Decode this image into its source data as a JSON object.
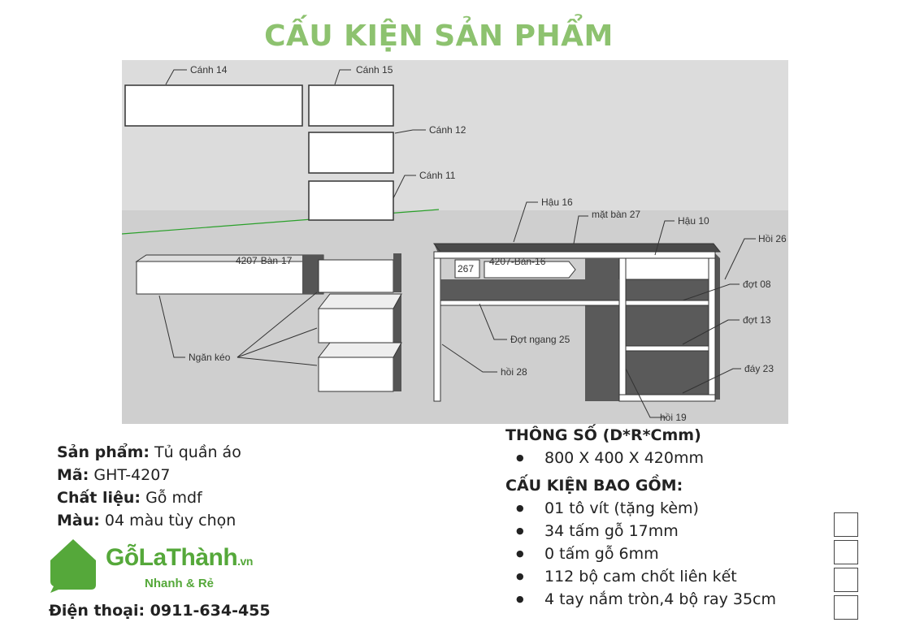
{
  "title": "CẤU KIỆN SẢN PHẨM",
  "drawing": {
    "labels": {
      "canh14": "Cánh 14",
      "canh15": "Cánh 15",
      "canh12": "Cánh 12",
      "canh11": "Cánh 11",
      "hau16": "Hậu 16",
      "matban27": "mặt bàn 27",
      "hau10": "Hậu 10",
      "hoi26": "Hồi 26",
      "dot08": "đợt 08",
      "dot13": "đợt 13",
      "day23": "đáy 23",
      "hoi19": "hồi 19",
      "dotngang25": "Đợt ngang 25",
      "hoi28": "hồi 28",
      "nganKeo": "Ngăn kéo",
      "tag267": "267",
      "tagBan16": "4207-Bàn-16",
      "tagBan17": "4207-Bàn-17"
    }
  },
  "product": {
    "name_label": "Sản phẩm:",
    "name": " Tủ quần áo",
    "code_label": "Mã:",
    "code": " GHT-4207",
    "material_label": "Chất liệu:",
    "material": " Gỗ mdf",
    "color_label": "Màu:",
    "color": " 04 màu tùy chọn"
  },
  "specs": {
    "dim_title": "THÔNG SỐ (D*R*Cmm)",
    "dims": [
      "800 X 400 X 420mm"
    ],
    "parts_title": "CẤU KIỆN BAO GỒM:",
    "parts": [
      "01 tô vít (tặng kèm)",
      "34 tấm gỗ 17mm",
      "0  tấm gỗ 6mm",
      "112 bộ cam chốt liên kết",
      "4 tay nắm tròn,4 bộ ray 35cm"
    ]
  },
  "logo": {
    "brand": "GỗLaThành",
    "tld": ".vn",
    "tagline": "Nhanh & Rẻ"
  },
  "phone": "Điện thoại: 0911-634-455",
  "checkboxes": 4
}
